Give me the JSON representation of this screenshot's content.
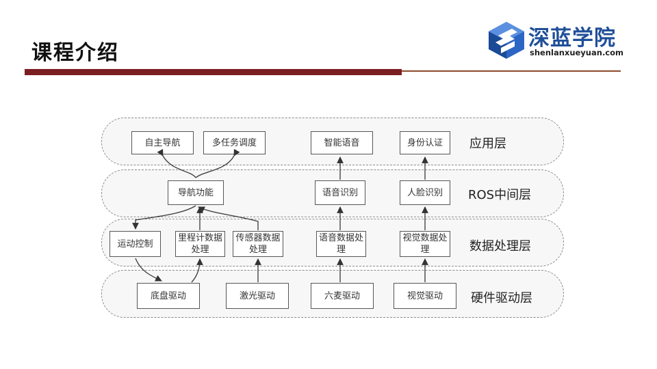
{
  "slide": {
    "title": "课程介绍"
  },
  "logo": {
    "name": "深蓝学院",
    "domain": "shenlanxueyuan.com"
  },
  "diagram": {
    "layers": [
      "应用层",
      "ROS中间层",
      "数据处理层",
      "硬件驱动层"
    ],
    "nodes": {
      "nav": "自主导航",
      "multi": "多任务调度",
      "voice": "智能语音",
      "identity": "身份认证",
      "navfn": "导航功能",
      "speechrec": "语音识别",
      "facerec": "人脸识别",
      "motion": "运动控制",
      "odom": "里程计数据处理",
      "sensor": "传感器数据处理",
      "audio": "语音数据处理",
      "vision": "视觉数据处理",
      "chassis": "底盘驱动",
      "laser": "激光驱动",
      "mic": "六麦驱动",
      "camera": "视觉驱动"
    }
  },
  "colors": {
    "accent": "#7b1e21",
    "brand": "#1f4f99"
  }
}
